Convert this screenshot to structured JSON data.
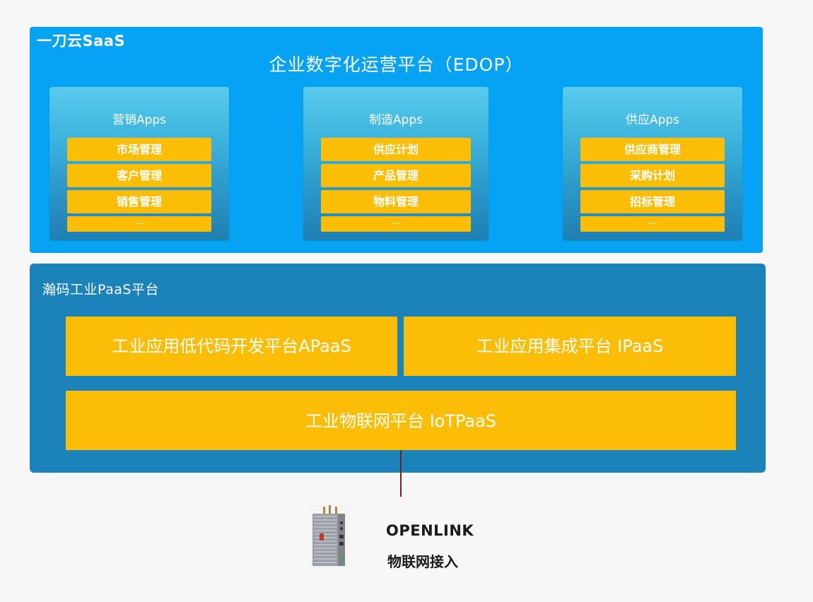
{
  "saas": {
    "label": "一刀云SaaS",
    "title": "企业数字化运营平台（EDOP）",
    "cards": [
      {
        "title": "营销Apps",
        "items": [
          "市场管理",
          "客户管理",
          "销售管理",
          "..."
        ]
      },
      {
        "title": "制造Apps",
        "items": [
          "供应计划",
          "产品管理",
          "物料管理",
          "..."
        ]
      },
      {
        "title": "供应Apps",
        "items": [
          "供应商管理",
          "采购计划",
          "招标管理",
          "..."
        ]
      }
    ]
  },
  "paas": {
    "label": "瀚码工业PaaS平台",
    "apaas": "工业应用低代码开发平台APaaS",
    "ipaas": "工业应用集成平台 IPaaS",
    "iotpaas": "工业物联网平台 IoTPaaS"
  },
  "device": {
    "name": "OPENLINK",
    "subtitle": "物联网接入",
    "icon": "iot-gateway-device-icon"
  },
  "colors": {
    "saas_bg": "#06a3f5",
    "paas_bg": "#1b83b9",
    "box_fill": "#fbbd06",
    "connector": "#7a1f1f"
  }
}
